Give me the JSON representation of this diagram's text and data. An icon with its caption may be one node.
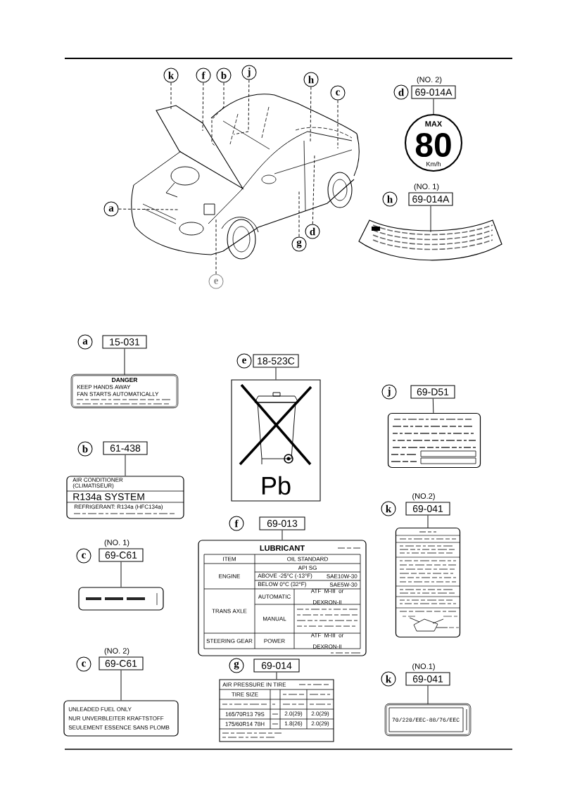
{
  "diagram": {
    "nodes": [
      {
        "text": [
          "k"
        ]
      },
      {
        "text": [
          "f"
        ]
      },
      {
        "text": [
          "b"
        ]
      },
      {
        "text": [
          "j"
        ]
      },
      {
        "text": [
          "h"
        ]
      },
      {
        "text": [
          "c"
        ]
      },
      {
        "text": [
          "a"
        ]
      },
      {
        "text": [
          "d"
        ]
      },
      {
        "text": [
          "g"
        ]
      },
      {
        "text": [
          "e"
        ]
      },
      {
        "text": [
          "d"
        ]
      },
      {
        "text": [
          "69-014A"
        ],
        "beside": [
          "(NO. 2)"
        ]
      },
      {
        "text": [
          "MAX",
          "80",
          "Km/h"
        ]
      },
      {
        "text": [
          "h"
        ]
      },
      {
        "text": [
          "69-014A"
        ],
        "beside": [
          "(NO. 1)"
        ]
      },
      {
        "text": [],
        "shape": "picture"
      },
      {
        "text": [
          "a"
        ]
      },
      {
        "text": [
          "15-031"
        ]
      },
      {
        "text": [
          "DANGER",
          "KEEP HANDS AWAY",
          "FAN STARTS AUTOMATICALLY"
        ]
      },
      {
        "text": [
          "e"
        ]
      },
      {
        "text": [
          "18-523C"
        ]
      },
      {
        "text": [
          "Pb"
        ]
      },
      {
        "text": [
          "j"
        ]
      },
      {
        "text": [
          "69-D51"
        ]
      },
      {
        "text": [],
        "shape": "picture"
      },
      {
        "text": [
          "b"
        ]
      },
      {
        "text": [
          "61-438"
        ]
      },
      {
        "text": [
          "AIR CONDITIONER",
          "(CLIMATISEUR)",
          "R134a SYSTEM",
          "REFRIGERANT: R134a (HFC134a)"
        ]
      },
      {
        "text": [
          "f"
        ]
      },
      {
        "text": [
          "69-013"
        ]
      },
      {
        "text": [
          "LUBRICANT",
          "ITEM",
          "OIL STANDARD",
          "ENGINE",
          "API SG",
          "ABOVE -25°C (-13°F)",
          "SAE10W-30",
          "BELOW 0°C (32°F)",
          "SAE5W-30",
          "TRANS AXLE",
          "AUTOMATIC",
          "ATF M-III or DEXRON-II",
          "MANUAL",
          "STEERING GEAR",
          "POWER",
          "ATF M-III or DEXRON-II"
        ]
      },
      {
        "text": [
          "c"
        ]
      },
      {
        "text": [
          "69-C61"
        ],
        "beside": [
          "(NO. 1)"
        ]
      },
      {
        "text": [],
        "shape": "picture"
      },
      {
        "text": [
          "k"
        ]
      },
      {
        "text": [
          "69-041"
        ],
        "beside": [
          "(NO.2)"
        ]
      },
      {
        "text": [],
        "shape": "picture"
      },
      {
        "text": [
          "g"
        ]
      },
      {
        "text": [
          "69-014"
        ]
      },
      {
        "text": [
          "AIR PRESSURE IN TIRE",
          "TIRE SIZE",
          "165/70R13 79S",
          "2.0(29)",
          "2.0(29)",
          "175/60R14 78H",
          "1.8(26)",
          "2.0(29)"
        ]
      },
      {
        "text": [
          "c"
        ]
      },
      {
        "text": [
          "69-C61"
        ],
        "beside": [
          "(NO. 2)"
        ]
      },
      {
        "text": [
          "UNLEADED FUEL ONLY",
          "NUR UNVERBLEITER KRAFTSTOFF",
          "SEULEMENT ESSENCE SANS PLOMB"
        ]
      },
      {
        "text": [
          "k"
        ]
      },
      {
        "text": [
          "69-041"
        ],
        "beside": [
          "(NO.1)"
        ]
      },
      {
        "text": [
          "70/220/EEC-88/76/EEC"
        ]
      }
    ],
    "edges": [
      {
        "from": 0,
        "to": null,
        "arrow": "none",
        "style": "dashed"
      },
      {
        "from": 1,
        "to": null,
        "arrow": "none",
        "style": "dashed"
      },
      {
        "from": 2,
        "to": null,
        "arrow": "none",
        "style": "dashed"
      },
      {
        "from": 3,
        "to": null,
        "arrow": "none",
        "style": "dashed"
      },
      {
        "from": 4,
        "to": null,
        "arrow": "none",
        "style": "dashed"
      },
      {
        "from": 5,
        "to": null,
        "arrow": "none",
        "style": "dashed"
      },
      {
        "from": 6,
        "to": null,
        "arrow": "none",
        "style": "dashed"
      },
      {
        "from": 7,
        "to": null,
        "arrow": "none",
        "style": "dashed"
      },
      {
        "from": 8,
        "to": null,
        "arrow": "none",
        "style": "dashed"
      },
      {
        "from": 9,
        "to": null,
        "arrow": "none",
        "style": "dashed"
      },
      {
        "from": 11,
        "to": 12,
        "arrow": "none"
      },
      {
        "from": 14,
        "to": 15,
        "arrow": "none"
      },
      {
        "from": 17,
        "to": 18,
        "arrow": "none"
      },
      {
        "from": 20,
        "to": 21,
        "arrow": "none"
      },
      {
        "from": 23,
        "to": 24,
        "arrow": "none"
      },
      {
        "from": 26,
        "to": 27,
        "arrow": "none"
      },
      {
        "from": 29,
        "to": 30,
        "arrow": "none"
      },
      {
        "from": 32,
        "to": 33,
        "arrow": "none"
      },
      {
        "from": 35,
        "to": 36,
        "arrow": "none"
      },
      {
        "from": 38,
        "to": 39,
        "arrow": "none"
      },
      {
        "from": 41,
        "to": 42,
        "arrow": "none"
      },
      {
        "from": 44,
        "to": 45,
        "arrow": "none"
      }
    ]
  }
}
